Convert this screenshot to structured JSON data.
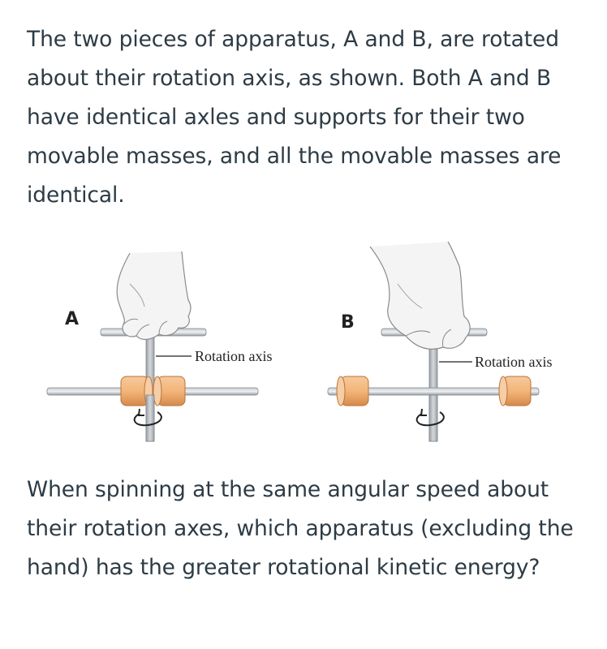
{
  "intro_text": "The two pieces of apparatus, A and B, are rotated about their rotation axis, as shown.  Both A and B have identical axles and supports for their two movable masses, and all the movable masses are identical.",
  "figure": {
    "panel_a": {
      "letter": "A",
      "axis_label": "Rotation axis"
    },
    "panel_b": {
      "letter": "B",
      "axis_label": "Rotation axis"
    }
  },
  "question_text": "When spinning at the same angular speed about their rotation axes, which apparatus (excluding the hand) has the greater rotational kinetic energy?",
  "colors": {
    "text": "#2d3b45",
    "rod": "#b4b8bc",
    "mass": "#f0b47a",
    "hand": "#f2f2f2"
  }
}
